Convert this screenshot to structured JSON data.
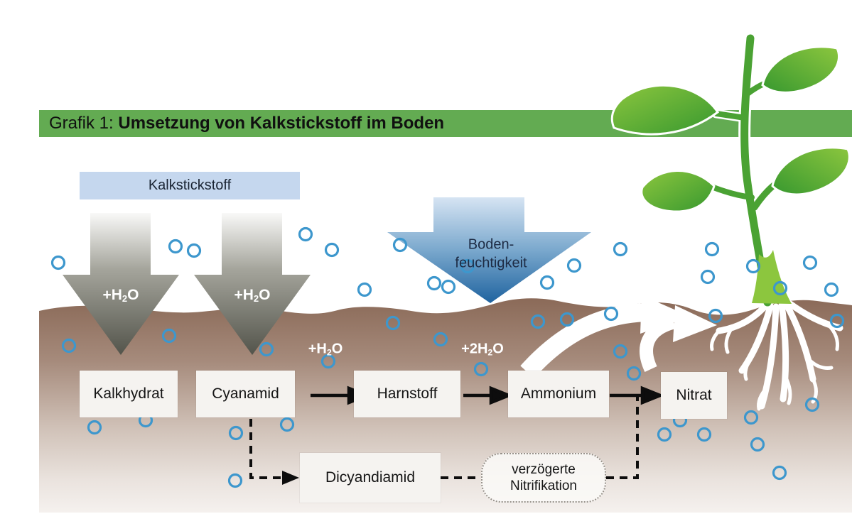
{
  "figure": {
    "title_prefix": "Grafik 1: ",
    "title_main": "Umsetzung von Kalkstickstoff im Boden"
  },
  "top_label": {
    "text": "Kalkstickstoff"
  },
  "moisture": {
    "line1": "Boden-",
    "line2": "feuchtigkeit"
  },
  "reaction_labels": {
    "h2o": {
      "pre": "+H",
      "sub": "2",
      "post": "O"
    },
    "h2o_double": {
      "pre": "+2H",
      "sub": "2",
      "post": "O"
    }
  },
  "process": {
    "boxes": [
      {
        "label": "Kalkhydrat"
      },
      {
        "label": "Cyanamid"
      },
      {
        "label": "Harnstoff"
      },
      {
        "label": "Ammonium"
      },
      {
        "label": "Nitrat"
      },
      {
        "label": "Dicyandiamid"
      }
    ],
    "delayed": {
      "line1": "verzögerte",
      "line2": "Nitrifikation"
    }
  },
  "colors": {
    "header_green": "#63ab52",
    "leaf_green_light": "#8cc63e",
    "leaf_green_dark": "#37982f",
    "soil_brown_top": "#8a6957",
    "infiltration_arrow_dark": "#53544b",
    "moisture_blue_light": "#d6e4f3",
    "moisture_blue_dark": "#2a6da5",
    "bubble_blue": "#3d97cd",
    "calcium_box_blue": "#c5d7ee",
    "process_box_fill": "#f5f3f0"
  }
}
